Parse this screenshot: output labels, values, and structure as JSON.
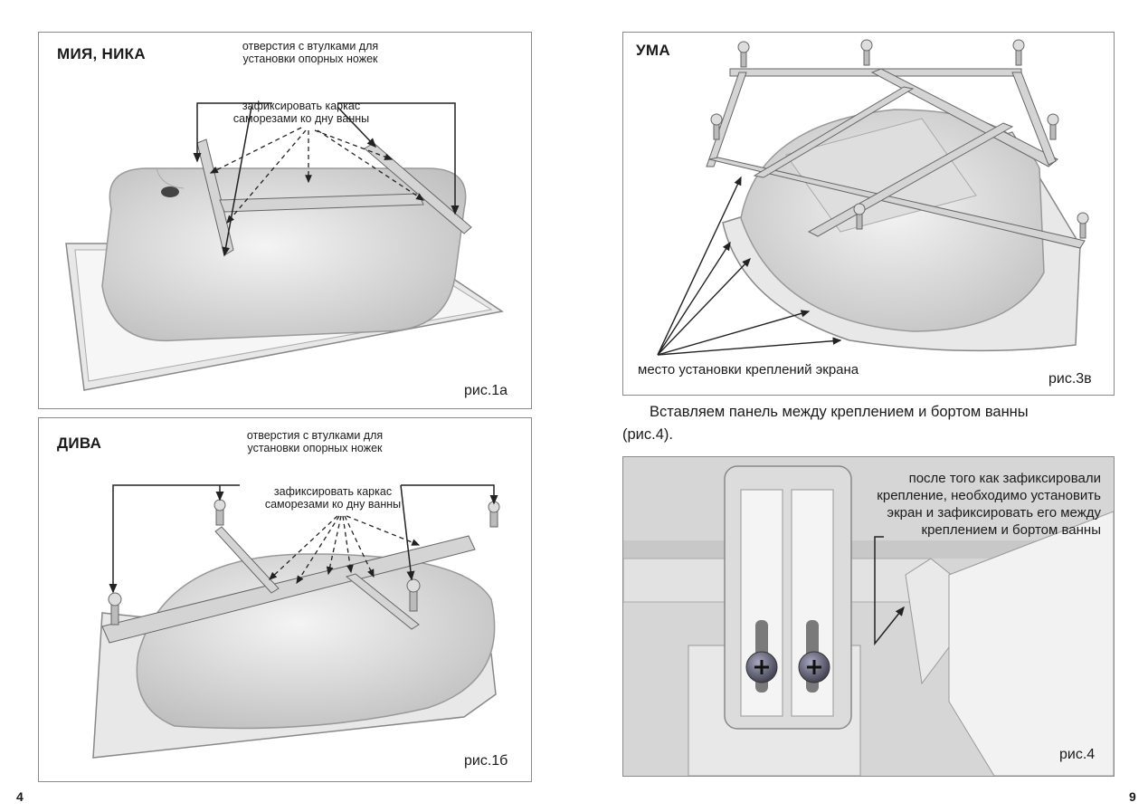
{
  "pages": {
    "left_number": "4",
    "right_number": "9"
  },
  "panel_1a": {
    "title": "МИЯ, НИКА",
    "note_holes_1": "отверстия с втулками для",
    "note_holes_2": "установки опорных ножек",
    "note_fix_1": "зафиксировать каркас",
    "note_fix_2": "саморезами ко дну ванны",
    "figure": "рис.1а"
  },
  "panel_1b": {
    "title": "ДИВА",
    "note_holes_1": "отверстия с втулками для",
    "note_holes_2": "установки опорных ножек",
    "note_fix_1": "зафиксировать каркас",
    "note_fix_2": "саморезами ко дну ванны",
    "figure": "рис.1б"
  },
  "panel_3v": {
    "title": "УМА",
    "screen_mounts": "место установки креплений экрана",
    "figure": "рис.3в"
  },
  "instruction": {
    "line1": "Вставляем панель между креплением и бортом ванны",
    "line2": "(рис.4)."
  },
  "panel_4": {
    "note_1": "после того как зафиксировали",
    "note_2": "крепление, необходимо установить",
    "note_3": "экран и зафиксировать его между",
    "note_4": "креплением и бортом ванны",
    "figure": "рис.4"
  },
  "colors": {
    "frame": "#8a8a8a",
    "bath_fill": "#e6e6e6",
    "bath_shadow": "#cfcfcf",
    "rail": "#d4d4d4",
    "screw": "#5a5a6a"
  }
}
